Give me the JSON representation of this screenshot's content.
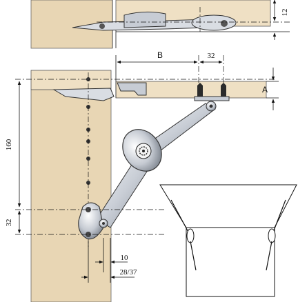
{
  "dimensions": {
    "top_gap": "12",
    "panel_offset": "A",
    "hinge_distance": "B",
    "screw_spacing": "32",
    "vertical_height": "160",
    "vertical_spacing": "32",
    "side_offset": "10",
    "side_range": "28/37"
  },
  "icons": {
    "main_pivot": "gear-icon",
    "screw": "screw-icon",
    "arrow": "arrow-icon"
  },
  "colors": {
    "wood": "#efe0c4",
    "metal": "#d9dde3",
    "line": "#111111"
  }
}
